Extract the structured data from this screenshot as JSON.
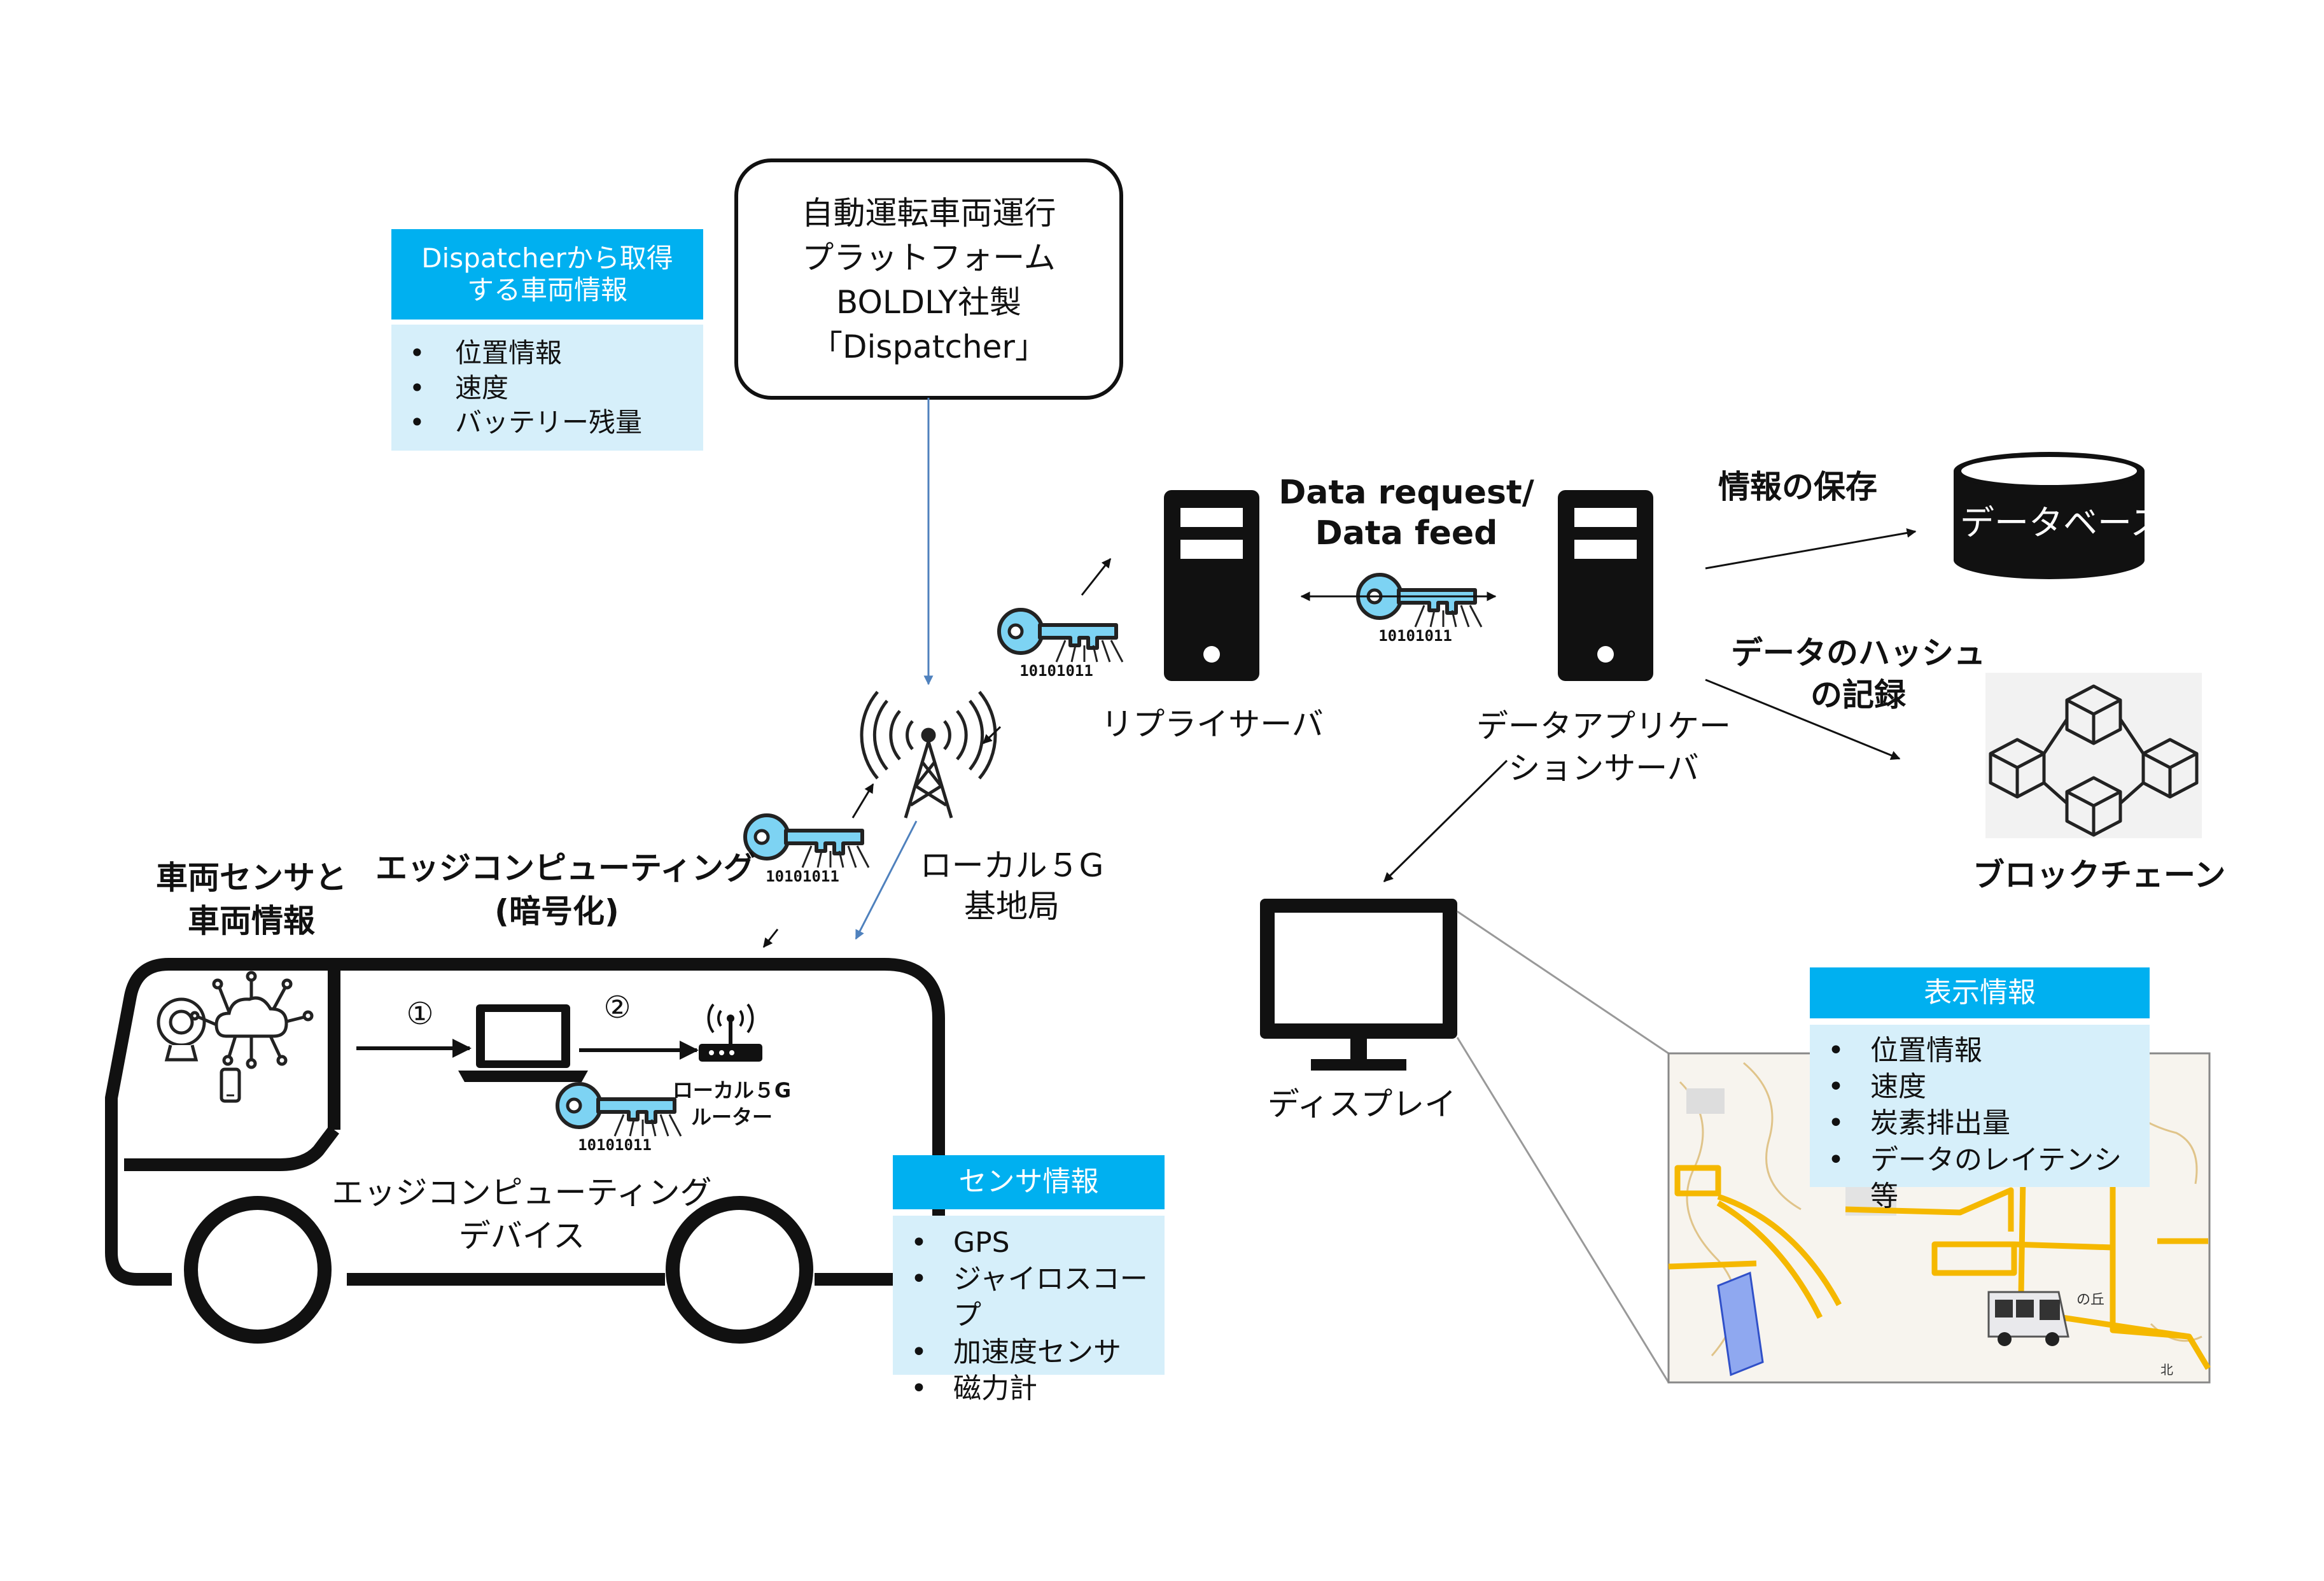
{
  "dispatcher_box": {
    "lines": [
      "自動運転車両運行",
      "プラットフォーム",
      "BOLDLY社製",
      "「Dispatcher」"
    ]
  },
  "dispatcher_info": {
    "header_lines": [
      "Dispatcherから取得",
      "する車両情報"
    ],
    "items": [
      "位置情報",
      "速度",
      "バッテリー残量"
    ]
  },
  "base_station": {
    "lines": [
      "ローカル５G",
      "基地局"
    ]
  },
  "relay_server": {
    "label": "リプライサーバ"
  },
  "data_app_server": {
    "lines": [
      "データアプリケー",
      "ションサーバ"
    ]
  },
  "data_flow": {
    "lines": [
      "Data request/",
      "Data feed"
    ]
  },
  "save_info": {
    "label": "情報の保存"
  },
  "database": {
    "label": "データベース"
  },
  "hash_record": {
    "lines": [
      "データのハッシュ",
      "の記録"
    ]
  },
  "blockchain": {
    "label": "ブロックチェーン"
  },
  "display": {
    "label": "ディスプレイ"
  },
  "vehicle_sensor": {
    "lines": [
      "車両センサと",
      "車両情報"
    ]
  },
  "edge_computing": {
    "lines": [
      "エッジコンピューティング",
      "(暗号化)"
    ]
  },
  "edge_device": {
    "lines": [
      "エッジコンピューティング",
      "デバイス"
    ]
  },
  "router": {
    "lines": [
      "ローカル５G",
      "ルーター"
    ]
  },
  "step_markers": [
    "①",
    "②"
  ],
  "key_binary": "10101011",
  "sensor_info": {
    "header": "センサ情報",
    "items": [
      "GPS",
      "ジャイロスコープ",
      "加速度センサ",
      "磁力計"
    ]
  },
  "display_info": {
    "header": "表示情報",
    "items": [
      "位置情報",
      "速度",
      "炭素排出量",
      "データのレイテンシ 等"
    ]
  },
  "map": {
    "labels": [
      "の丘",
      "北"
    ]
  },
  "colors": {
    "info_header": "#00b0f0",
    "info_body": "#d6effa",
    "key_fill": "#7dd3f3",
    "arrow_blue": "#4f81bd",
    "map_road": "#f5b800"
  }
}
